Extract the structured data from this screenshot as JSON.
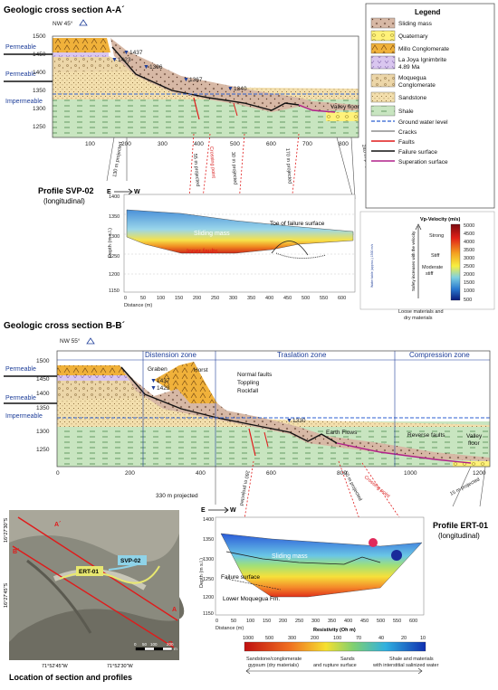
{
  "section_aa": {
    "title": "Geologic cross section A-A´",
    "orientation": "NW 45°",
    "y_ticks": [
      "1500",
      "1450",
      "1400",
      "1350",
      "1300",
      "1250"
    ],
    "x_ticks": [
      "100",
      "200",
      "300",
      "400",
      "500",
      "600",
      "700",
      "800"
    ],
    "permeability": [
      "Permeable",
      "Permeable",
      "Impermeable"
    ],
    "water_levels": [
      "1437",
      "1423",
      "1396",
      "1367",
      "1340"
    ],
    "valley_floor": "Valley floor"
  },
  "projections_aa": [
    "130 m projected",
    "55 m projected",
    "Crossing point",
    "30 m projected",
    "170 m projected",
    "240 m projected"
  ],
  "profile_svp": {
    "title": "Profile SVP-02",
    "subtitle": "(longitudinal)",
    "dir_e": "E",
    "dir_w": "W",
    "y_label": "Depth (m s.l.)",
    "x_label": "Distance (m)",
    "y_ticks": [
      "1400",
      "1350",
      "1300",
      "1250",
      "1200",
      "1150"
    ],
    "x_ticks": [
      "0",
      "50",
      "100",
      "150",
      "200",
      "250",
      "300",
      "350",
      "400",
      "450",
      "500",
      "550",
      "600"
    ],
    "sliding_mass": "Sliding mass",
    "inner_faults": "Inner faults",
    "toe": "Toe of failure surface"
  },
  "vp_legend": {
    "title": "Vp-Velocity (m/s)",
    "ticks": [
      "5000",
      "4500",
      "4000",
      "3500",
      "3000",
      "2500",
      "2000",
      "1500",
      "1000",
      "500"
    ],
    "strong": "Strong",
    "stiff": "Stiff",
    "moderate": "Moderate",
    "moderate2": "stiff",
    "side_label": "Safety increases with the velocity",
    "water_label": "Water table (approx.) 1500 m/s",
    "loose": "Loose materials and",
    "loose2": "dry materials"
  },
  "legend": {
    "title": "Legend",
    "items": [
      {
        "label": "Sliding mass"
      },
      {
        "label": "Quaternary"
      },
      {
        "label": "Millo Conglomerate"
      },
      {
        "label": "La Joya Ignimbrite"
      },
      {
        "label": "4.89 Ma"
      },
      {
        "label": "Moquegua"
      },
      {
        "label": "Conglomerate"
      },
      {
        "label": "Sandstone"
      },
      {
        "label": "Shale"
      },
      {
        "label": "Ground water level"
      },
      {
        "label": "Cracks"
      },
      {
        "label": "Faults"
      },
      {
        "label": "Failure surface"
      },
      {
        "label": "Superation surface"
      }
    ]
  },
  "section_bb": {
    "title": "Geologic cross section B-B´",
    "orientation": "NW 55°",
    "zones": [
      "Distension zone",
      "Traslation zone",
      "Compression zone"
    ],
    "graben": "Graben",
    "horst": "Horst",
    "notes": [
      "Normal faults",
      "Toppling",
      "Rockfall"
    ],
    "earth_flows": "Earth Flows",
    "reverse_faults": "Reverse faults",
    "valley": "Valley",
    "floor": "floor",
    "y_ticks": [
      "1500",
      "1450",
      "1400",
      "1350",
      "1300",
      "1250"
    ],
    "x_ticks": [
      "0",
      "200",
      "400",
      "600",
      "800",
      "1000",
      "1200"
    ],
    "permeability": [
      "Permeable",
      "Permeable",
      "Impermeable"
    ],
    "water_levels": [
      "1437",
      "1423",
      "1330"
    ]
  },
  "projections_bb": [
    "330 m projected",
    "260 m projected",
    "50 m projected",
    "Crossing point",
    "15 m projected"
  ],
  "profile_ert": {
    "title": "Profile ERT-01",
    "subtitle": "(longitudinal)",
    "dir_e": "E",
    "dir_w": "W",
    "y_label": "Depth (m s.l.)",
    "x_label": "Distance (m)",
    "y_ticks": [
      "1400",
      "1350",
      "1300",
      "1250",
      "1200",
      "1150"
    ],
    "x_ticks": [
      "0",
      "50",
      "100",
      "150",
      "200",
      "250",
      "300",
      "350",
      "400",
      "450",
      "500",
      "550",
      "600"
    ],
    "sliding_mass": "Sliding mass",
    "failure_surface": "Failure surface",
    "lower": "Lower Moquegua Fm."
  },
  "resistivity": {
    "title": "Resistivity (Oh m)",
    "ticks": [
      "1000",
      "500",
      "300",
      "200",
      "100",
      "70",
      "40",
      "20",
      "10"
    ],
    "label1": "Sandstone/conglomerate",
    "label1b": "gypsum (dry materials)",
    "label2": "Sands",
    "label2b": "and rupture surface",
    "label3": "Shale and materials",
    "label3b": "with interstitial salinized water"
  },
  "map": {
    "lat1": "16°27'30\"S",
    "lat2": "16°27'45\"S",
    "lon1": "71°52'45\"W",
    "lon2": "71°52'30\"W",
    "labels": [
      "A´",
      "A",
      "B´",
      "B",
      "ERT-01",
      "SVP-02"
    ],
    "scale": [
      "0",
      "50",
      "100",
      "200"
    ],
    "scale_unit": "m",
    "caption": "Location of section and profiles"
  }
}
